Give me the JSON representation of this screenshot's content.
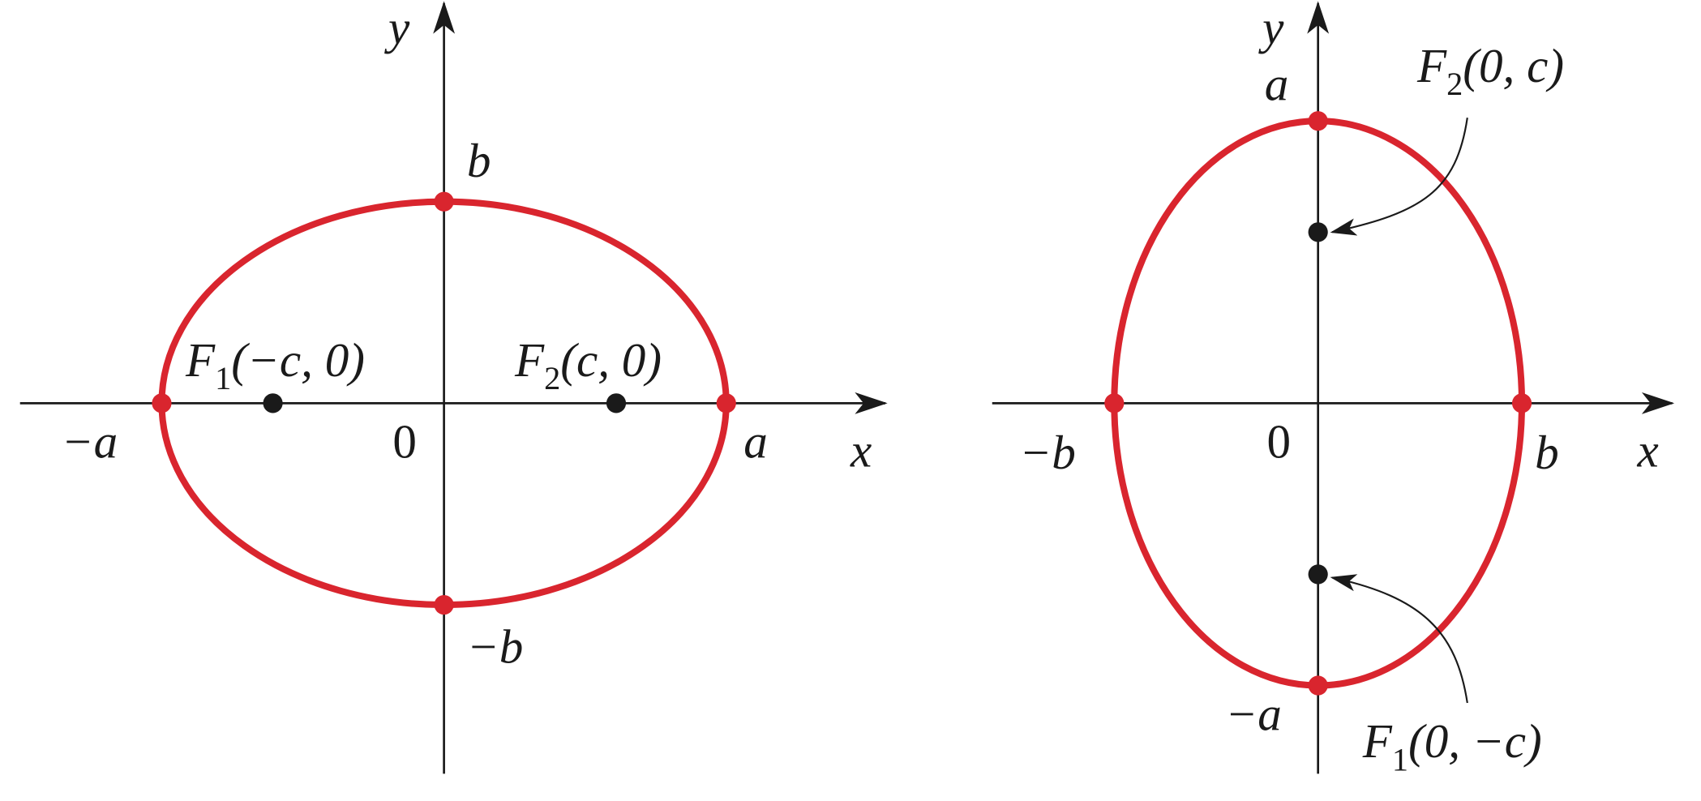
{
  "colors": {
    "ellipse": "#d9252e",
    "axis": "#1a1a1a",
    "focus": "#1a1a1a"
  },
  "left": {
    "y_axis": "y",
    "x_axis": "x",
    "b": "b",
    "neg_b": "−b",
    "a": "a",
    "neg_a": "−a",
    "origin": "0",
    "f1": {
      "letter": "F",
      "sub": "1",
      "coords": "(−c, 0)"
    },
    "f2": {
      "letter": "F",
      "sub": "2",
      "coords": "(c, 0)"
    }
  },
  "right": {
    "y_axis": "y",
    "x_axis": "x",
    "a": "a",
    "neg_a": "−a",
    "b": "b",
    "neg_b": "−b",
    "origin": "0",
    "f2": {
      "letter": "F",
      "sub": "2",
      "coords": "(0, c)"
    },
    "f1": {
      "letter": "F",
      "sub": "1",
      "coords": "(0, −c)"
    }
  }
}
